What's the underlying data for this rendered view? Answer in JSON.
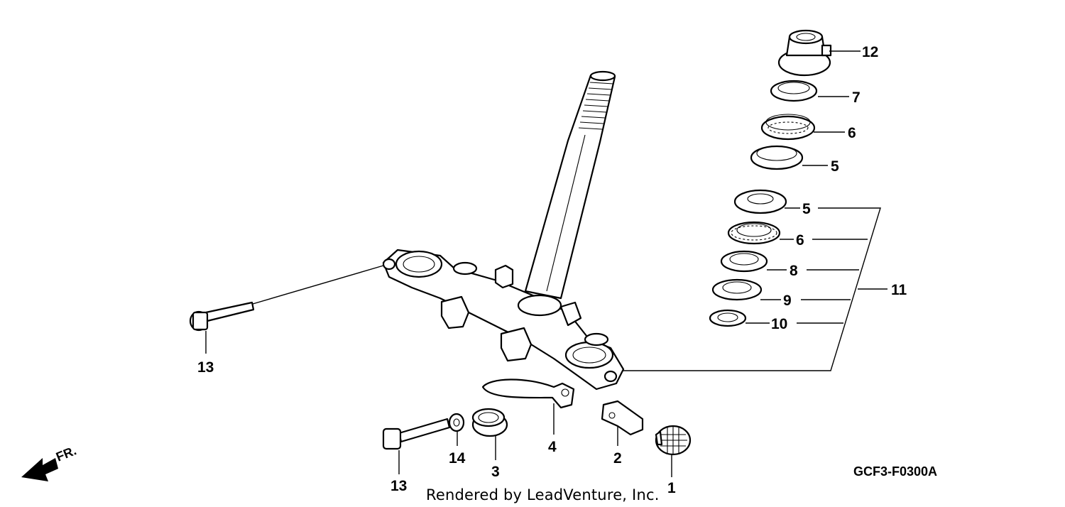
{
  "diagram": {
    "code": "GCF3-F0300A",
    "credit": "Rendered by LeadVenture, Inc.",
    "direction_label": "FR."
  },
  "callouts": {
    "p12": "12",
    "p7": "7",
    "p6a": "6",
    "p5a": "5",
    "p5b": "5",
    "p6b": "6",
    "p8": "8",
    "p9": "9",
    "p10": "10",
    "p11": "11",
    "p13a": "13",
    "p13b": "13",
    "p14": "14",
    "p3": "3",
    "p4": "4",
    "p2": "2",
    "p1": "1"
  }
}
